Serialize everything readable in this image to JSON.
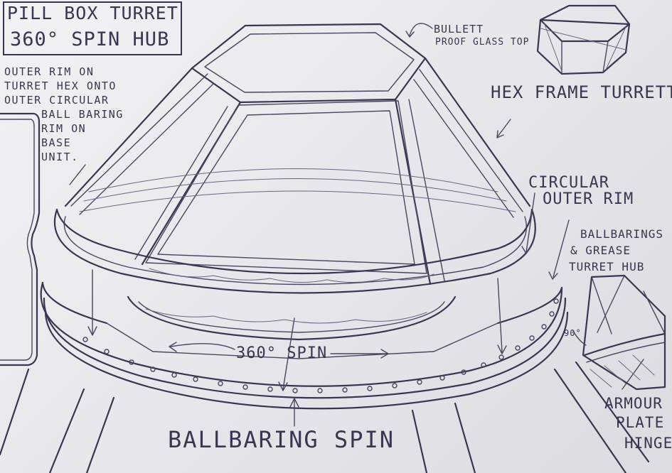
{
  "title": {
    "line1": "PILL BOX TURRET",
    "line2": "360° SPIN HUB"
  },
  "notes": {
    "rim_note": [
      "OUTER RIM ON",
      "TURRET HEX ONTO",
      "OUTER CIRCULAR",
      "BALL BARING",
      "RIM ON",
      "BASE",
      "UNIT."
    ]
  },
  "labels": {
    "bullet_top_1": "BULLETT",
    "bullet_top_2": "PROOF GLASS TOP",
    "hex_frame": "HEX FRAME TURRETT",
    "circular_rim_1": "CIRCULAR",
    "circular_rim_2": "OUTER RIM",
    "ballbarings_1": "BALLBARINGS",
    "ballbarings_2": "& GREASE",
    "ballbarings_3": "TURRET HUB",
    "angle": "90°",
    "spin": "360° SPIN",
    "ballbaring_spin": "BALLBARING SPIN",
    "armour_1": "ARMOUR",
    "armour_2": "PLATE",
    "armour_3": "HINGE"
  },
  "colors": {
    "ink": "#3a3550",
    "paper": "#ececef"
  }
}
